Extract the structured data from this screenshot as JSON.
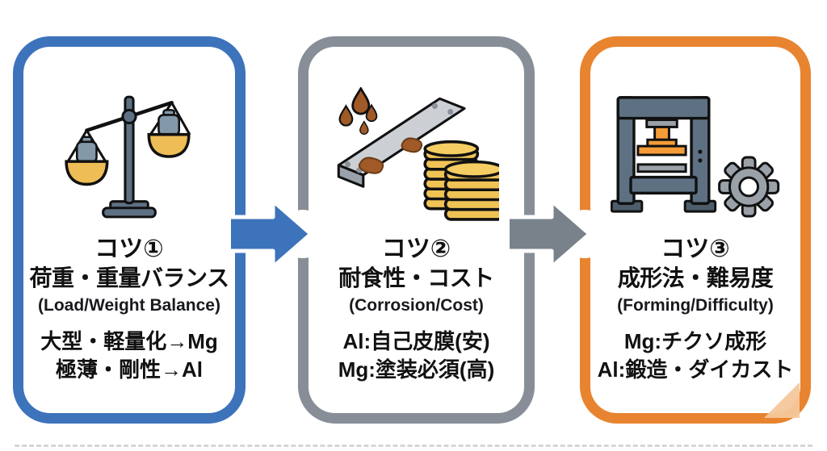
{
  "diagram": {
    "background_color": "#ffffff",
    "cards": [
      {
        "heading": "コツ①",
        "title": "荷重・重量バランス",
        "subtitle": "(Load/Weight Balance)",
        "lines": [
          "大型・軽量化→Mg",
          "極薄・剛性→Al"
        ],
        "border_color": "#3d73bb",
        "icons": [
          "balance-scale-icon"
        ]
      },
      {
        "heading": "コツ②",
        "title": "耐食性・コスト",
        "subtitle": "(Corrosion/Cost)",
        "lines": [
          "Al:自己皮膜(安)",
          "Mg:塗装必須(高)"
        ],
        "border_color": "#878e97",
        "icons": [
          "water-drops-icon",
          "corroded-plate-icon",
          "coin-stacks-icon"
        ]
      },
      {
        "heading": "コツ③",
        "title": "成形法・難易度",
        "subtitle": "(Forming/Difficulty)",
        "lines": [
          "Mg:チクソ成形",
          "Al:鍛造・ダイカスト"
        ],
        "border_color": "#e8842f",
        "icons": [
          "press-machine-icon",
          "gear-icon"
        ]
      }
    ],
    "arrows": [
      {
        "from_card": 1,
        "to_card": 2,
        "color": "#3d73bb"
      },
      {
        "from_card": 2,
        "to_card": 3,
        "color": "#79828b"
      }
    ],
    "icon_palette": {
      "slate": "#5e7183",
      "light_metal": "#ccd0d4",
      "mid_gray": "#9aa1a8",
      "gold": "#f0c355",
      "pan_gold": "#eebd55",
      "rust": "#a05a28",
      "press_orange": "#f59c38"
    }
  }
}
